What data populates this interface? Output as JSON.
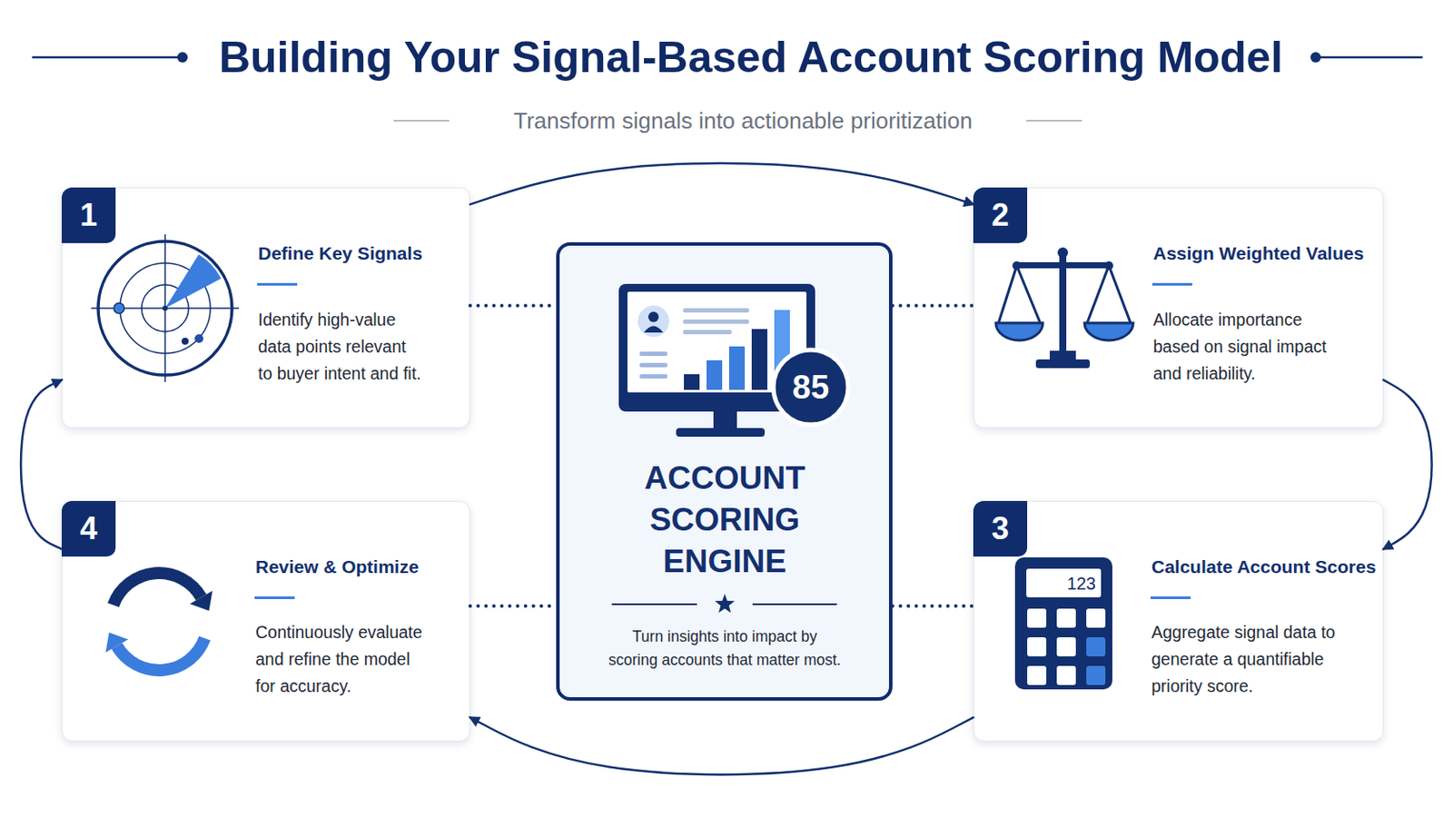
{
  "diagram": {
    "title": "Building Your Signal-Based Account Scoring Model",
    "nodes": [
      {
        "text": [
          "Define Key Signals",
          "Identify high-value data points relevant to buyer intent and fit."
        ]
      },
      {
        "text": [
          "1"
        ],
        "in": 0
      },
      {
        "text": [
          "ACCOUNT SCORING ENGINE",
          "Turn insights into impact by scoring accounts that matter most."
        ]
      },
      {
        "text": [
          "Assign Weighted Values",
          "Allocate importance based on signal impact and reliability."
        ]
      },
      {
        "text": [
          "2"
        ],
        "in": 3
      },
      {
        "text": [
          "Review & Optimize",
          "Continuously evaluate and refine the model for accuracy."
        ]
      },
      {
        "text": [
          "4"
        ],
        "in": 5
      },
      {
        "text": [
          "Calculate Account Scores",
          "Aggregate signal data to generate a quantifiable priority score."
        ]
      },
      {
        "text": [
          "3"
        ],
        "in": 7
      }
    ],
    "edges": [
      {
        "from": 0,
        "to": 2,
        "arrow": "none"
      },
      {
        "from": 2,
        "to": 3,
        "arrow": "none"
      },
      {
        "from": 5,
        "to": 2,
        "arrow": "none"
      },
      {
        "from": 2,
        "to": 7,
        "arrow": "none"
      },
      {
        "from": 0,
        "to": 3,
        "arrow": "to"
      },
      {
        "from": 3,
        "to": 7,
        "arrow": "to"
      },
      {
        "from": 7,
        "to": 5,
        "arrow": "to"
      },
      {
        "from": 5,
        "to": 0,
        "arrow": "to"
      }
    ],
    "labels": [
      "Transform signals into actionable prioritization",
      "85",
      "123"
    ]
  }
}
